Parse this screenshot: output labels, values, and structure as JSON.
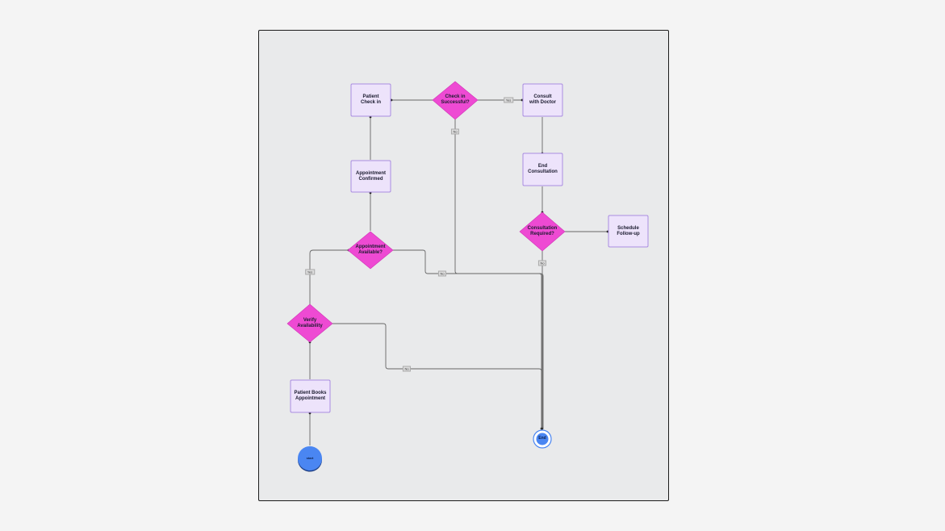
{
  "nodes": {
    "patient_check_in": "Patient\nCheck in",
    "check_in_successful": "Check in\nSuccessful?",
    "consult_with_doctor": "Consult\nwith Doctor",
    "appointment_confirmed": "Appointment\nConfirmed",
    "end_consultation": "End\nConsultation",
    "consultation_required": "Consultation\nRequired?",
    "schedule_follow_up": "Schedule\nFollow-up",
    "appointment_available": "Appointment\nAvailable?",
    "verify_availability": "Verify\nAvailability",
    "patient_books_appointment": "Patient Books\nAppointment",
    "start": "start",
    "end": "End"
  },
  "edge_labels": {
    "yes": "Yes",
    "no": "No"
  },
  "colors": {
    "process_fill": "#ede3fb",
    "process_stroke": "#a98ce0",
    "decision_fill": "#ee4ad3",
    "terminal_fill": "#4a86f2",
    "connector": "#555555"
  }
}
